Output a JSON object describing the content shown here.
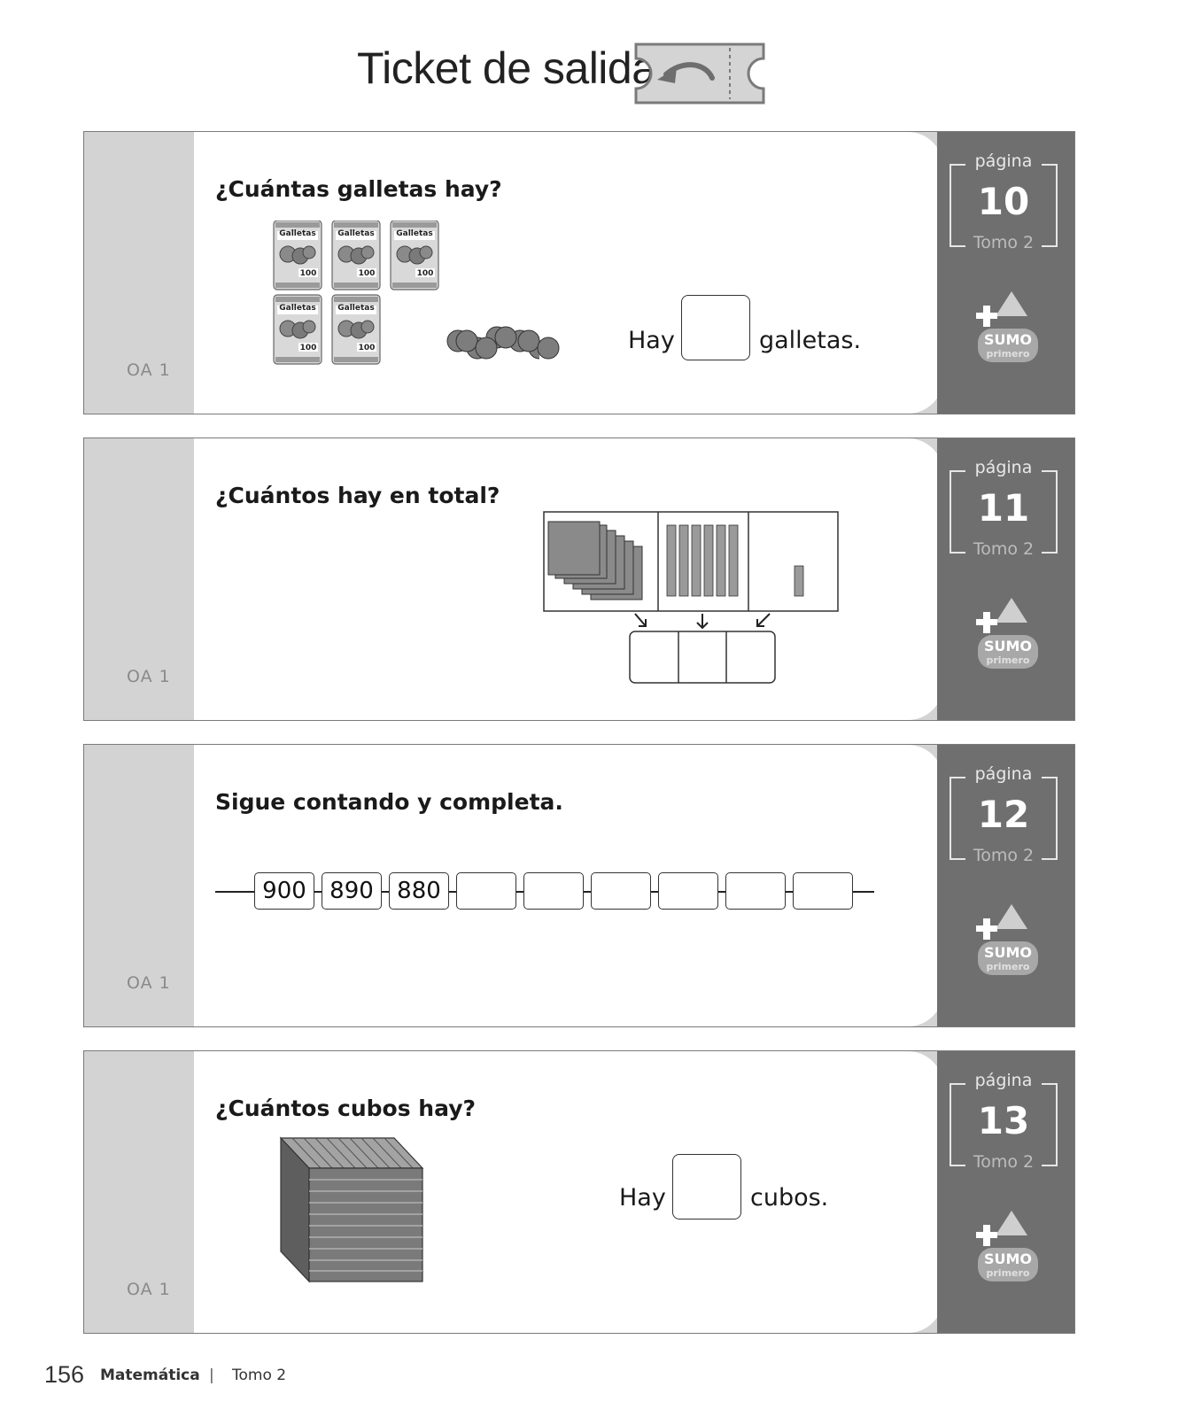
{
  "header": {
    "title": "Ticket de salida"
  },
  "cards": [
    {
      "question": "¿Cuántas galletas hay?",
      "oa": "OA 1",
      "page_label": "página",
      "page_number": "10",
      "volume": "Tomo 2",
      "answer_prefix": "Hay",
      "answer_suffix": "galletas.",
      "pack_label": "Galletas",
      "pack_count": "100"
    },
    {
      "question": "¿Cuántos hay en total?",
      "oa": "OA 1",
      "page_label": "página",
      "page_number": "11",
      "volume": "Tomo 2"
    },
    {
      "question": "Sigue contando y completa.",
      "oa": "OA 1",
      "page_label": "página",
      "page_number": "12",
      "volume": "Tomo 2",
      "sequence": [
        "900",
        "890",
        "880",
        "",
        "",
        "",
        "",
        "",
        ""
      ]
    },
    {
      "question": "¿Cuántos cubos hay?",
      "oa": "OA 1",
      "page_label": "página",
      "page_number": "13",
      "volume": "Tomo 2",
      "answer_prefix": "Hay",
      "answer_suffix": "cubos."
    }
  ],
  "logo": {
    "line1": "SUMO",
    "line2": "primero"
  },
  "footer": {
    "page_number": "156",
    "subject": "Matemática",
    "separator": "|",
    "volume": "Tomo 2"
  }
}
